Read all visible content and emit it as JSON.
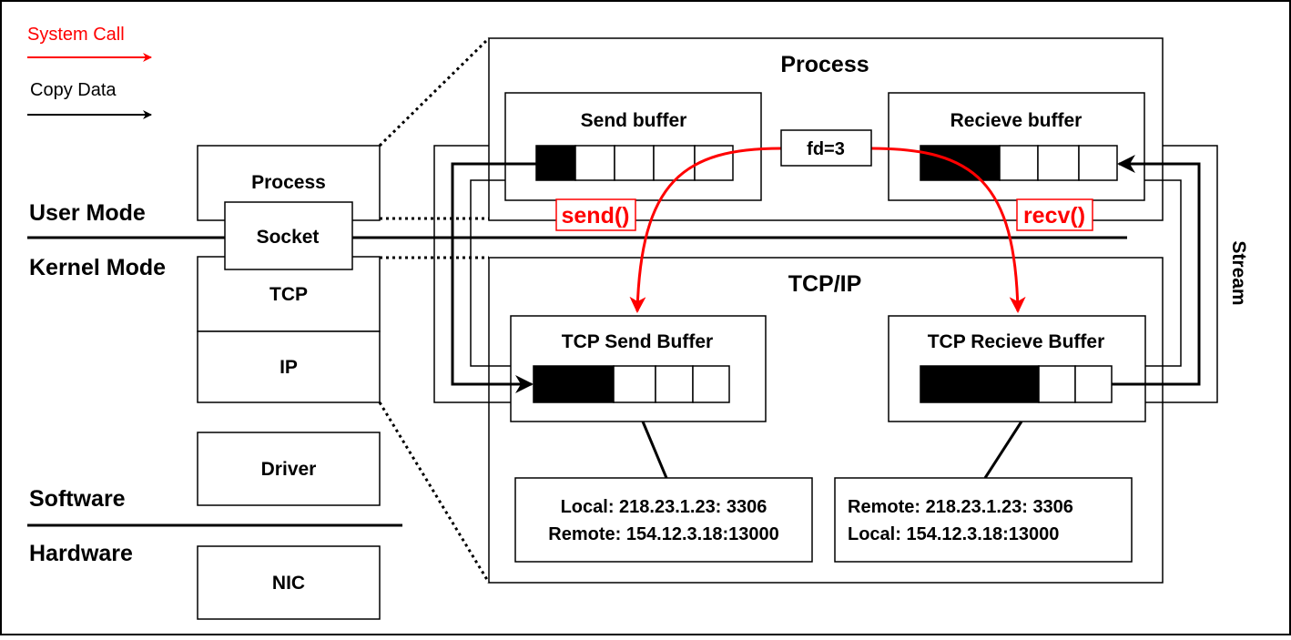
{
  "legend": {
    "system_call": "System Call",
    "copy_data": "Copy Data"
  },
  "modes": {
    "user_mode": "User Mode",
    "kernel_mode": "Kernel Mode",
    "software": "Software",
    "hardware": "Hardware"
  },
  "stack": {
    "process": "Process",
    "socket": "Socket",
    "tcp": "TCP",
    "ip": "IP",
    "driver": "Driver",
    "nic": "NIC"
  },
  "process_box": {
    "title": "Process",
    "send_buffer": "Send buffer",
    "recieve_buffer": "Recieve buffer",
    "fd": "fd=3",
    "send_call": "send()",
    "recv_call": "recv()"
  },
  "tcpip_box": {
    "title": "TCP/IP",
    "tcp_send_buffer": "TCP Send Buffer",
    "tcp_recieve_buffer": "TCP Recieve Buffer",
    "send_addr_line1": "Local: 218.23.1.23: 3306",
    "send_addr_line2": "Remote: 154.12.3.18:13000",
    "recv_addr_line1": "Remote: 218.23.1.23: 3306",
    "recv_addr_line2": "Local: 154.12.3.18:13000"
  },
  "stream_label": "Stream",
  "colors": {
    "system_call": "#ff0000",
    "copy_data": "#000000"
  }
}
